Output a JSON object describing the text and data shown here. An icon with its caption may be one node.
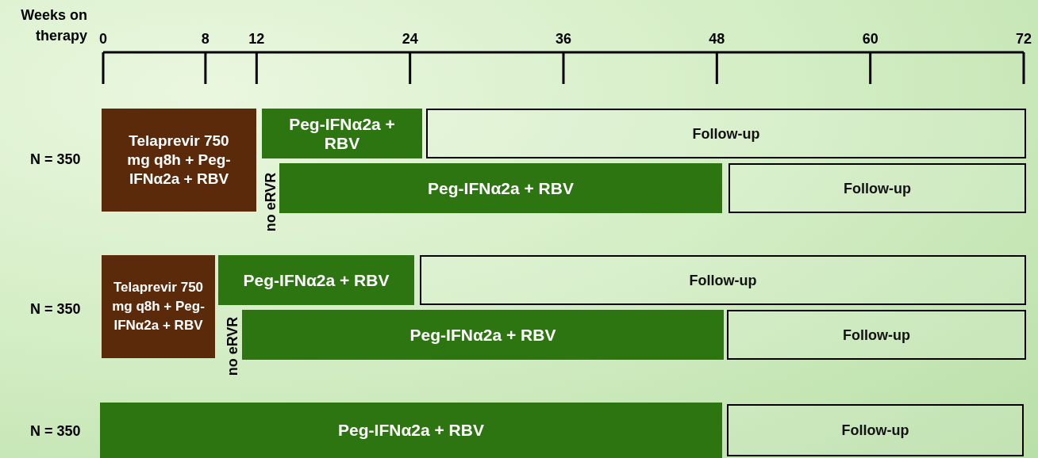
{
  "diagram": {
    "nodes": [
      {
        "text": [
          "Telaprevir 750 mg q8h + Peg-IFNα2a + RBV"
        ]
      },
      {
        "text": [
          "Peg-IFNα2a + RBV"
        ]
      },
      {
        "text": [
          "Follow-up"
        ]
      },
      {
        "text": [
          "Peg-IFNα2a + RBV"
        ]
      },
      {
        "text": [
          "Follow-up"
        ]
      },
      {
        "text": [
          "Telaprevir 750 mg q8h + Peg-IFNα2a + RBV"
        ]
      },
      {
        "text": [
          "Peg-IFNα2a + RBV"
        ]
      },
      {
        "text": [
          "Follow-up"
        ]
      },
      {
        "text": [
          "Peg-IFNα2a + RBV"
        ]
      },
      {
        "text": [
          "Follow-up"
        ]
      },
      {
        "text": [
          "Peg-IFNα2a + RBV"
        ]
      },
      {
        "text": [
          "Follow-up"
        ]
      }
    ],
    "labels": [
      "Weeks on therapy",
      "0",
      "8",
      "12",
      "24",
      "36",
      "48",
      "60",
      "72",
      "N = 350",
      "no eRVR",
      "N = 350",
      "no eRVR",
      "N = 350"
    ]
  }
}
